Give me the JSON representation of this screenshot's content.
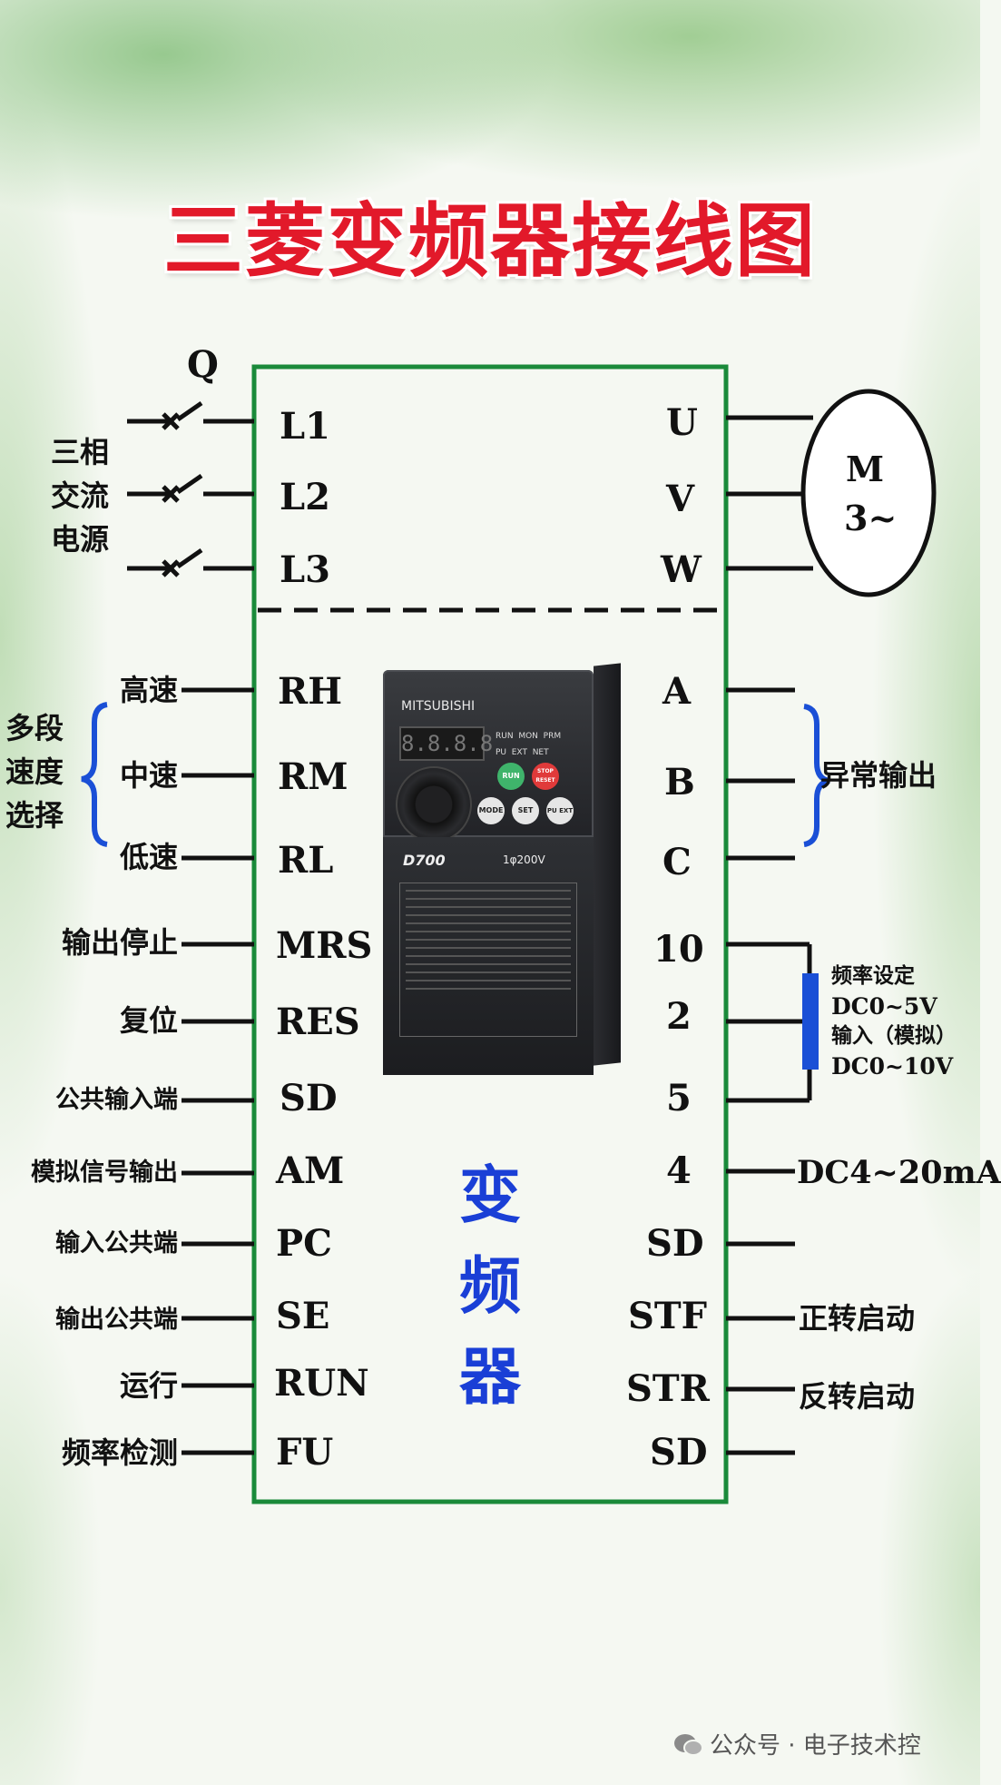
{
  "title": "三菱变频器接线图",
  "switch_label": "Q",
  "power_source_label": [
    "三相",
    "交流",
    "电源"
  ],
  "input_terminals": [
    "L1",
    "L2",
    "L3"
  ],
  "output_terminals": [
    "U",
    "V",
    "W"
  ],
  "motor_label": [
    "M",
    "3~"
  ],
  "left_terminals": [
    {
      "terminal": "RH",
      "label": "高速"
    },
    {
      "terminal": "RM",
      "label": "中速"
    },
    {
      "terminal": "RL",
      "label": "低速"
    },
    {
      "terminal": "MRS",
      "label": "输出停止"
    },
    {
      "terminal": "RES",
      "label": "复位"
    },
    {
      "terminal": "SD",
      "label": "公共输入端"
    },
    {
      "terminal": "AM",
      "label": "模拟信号输出"
    },
    {
      "terminal": "PC",
      "label": "输入公共端"
    },
    {
      "terminal": "SE",
      "label": "输出公共端"
    },
    {
      "terminal": "RUN",
      "label": "运行"
    },
    {
      "terminal": "FU",
      "label": "频率检测"
    }
  ],
  "multi_speed_label": [
    "多段",
    "速度",
    "选择"
  ],
  "right_terminals": [
    {
      "terminal": "A",
      "label": ""
    },
    {
      "terminal": "B",
      "label": ""
    },
    {
      "terminal": "C",
      "label": ""
    },
    {
      "terminal": "10",
      "label": ""
    },
    {
      "terminal": "2",
      "label": ""
    },
    {
      "terminal": "5",
      "label": ""
    },
    {
      "terminal": "4",
      "label": "DC4~20mA"
    },
    {
      "terminal": "SD",
      "label": ""
    },
    {
      "terminal": "STF",
      "label": "正转启动"
    },
    {
      "terminal": "STR",
      "label": "反转启动"
    },
    {
      "terminal": "SD",
      "label": ""
    }
  ],
  "abnormal_output_label": "异常输出",
  "frequency_setting_label": [
    "频率设定",
    "DC0~5V",
    "输入（模拟）",
    "DC0~10V"
  ],
  "inverter_label": [
    "变",
    "频",
    "器"
  ],
  "device": {
    "brand": "MITSUBISHI",
    "model": "D700",
    "voltage": "1φ200V",
    "display": "8.8.8.8",
    "indicators": [
      "RUN",
      "MON",
      "PRM",
      "PU",
      "EXT",
      "NET"
    ],
    "buttons": [
      "RUN",
      "STOP RESET",
      "MODE",
      "SET",
      "PU EXT"
    ]
  },
  "footer": "公众号 · 电子技术控",
  "colors": {
    "title": "#e2192a",
    "box_border": "#1a8a3a",
    "inverter_label": "#1a3fd6",
    "bracket": "#1a4fd6",
    "freq_bar": "#1a4fd6"
  }
}
